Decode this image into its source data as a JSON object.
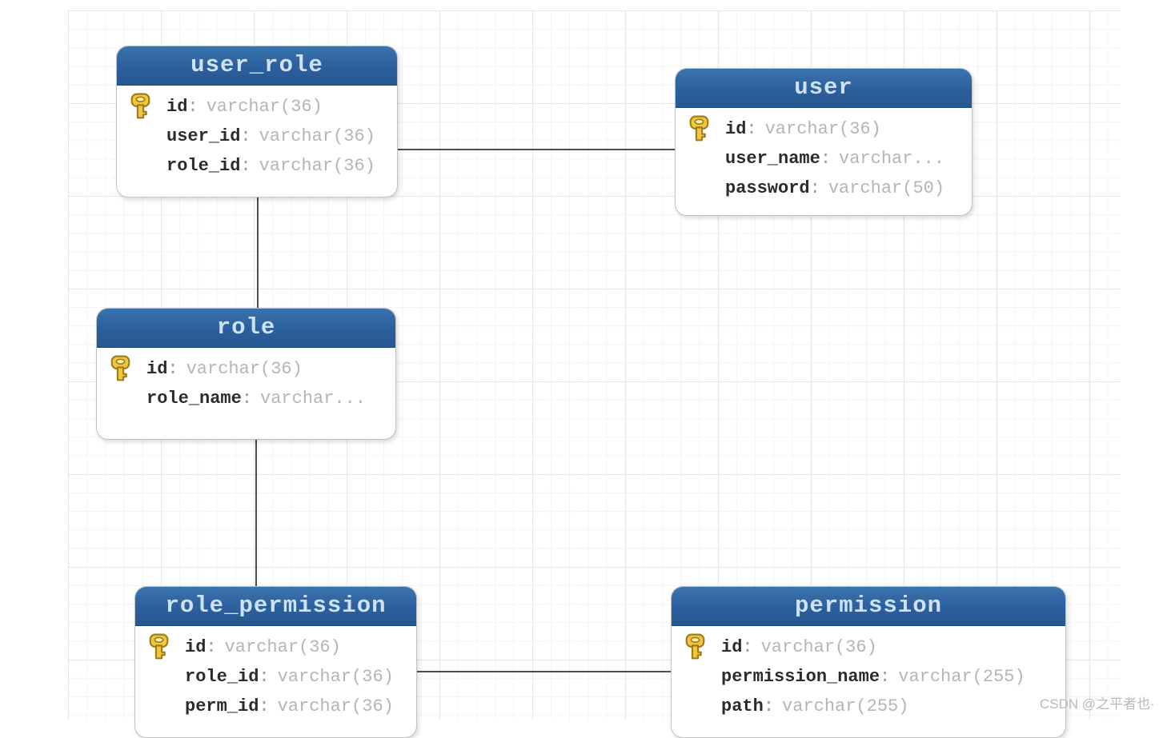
{
  "diagram": {
    "separator": ":",
    "tables": [
      {
        "title": "user_role",
        "fields": [
          {
            "name": "id",
            "type": "varchar(36)",
            "pk": true
          },
          {
            "name": "user_id",
            "type": "varchar(36)",
            "pk": false
          },
          {
            "name": "role_id",
            "type": "varchar(36)",
            "pk": false
          }
        ]
      },
      {
        "title": "user",
        "fields": [
          {
            "name": "id",
            "type": "varchar(36)",
            "pk": true
          },
          {
            "name": "user_name",
            "type": "varchar...",
            "pk": false
          },
          {
            "name": "password",
            "type": "varchar(50)",
            "pk": false
          }
        ]
      },
      {
        "title": "role",
        "fields": [
          {
            "name": "id",
            "type": "varchar(36)",
            "pk": true
          },
          {
            "name": "role_name",
            "type": "varchar...",
            "pk": false
          }
        ]
      },
      {
        "title": "role_permission",
        "fields": [
          {
            "name": "id",
            "type": "varchar(36)",
            "pk": true
          },
          {
            "name": "role_id",
            "type": "varchar(36)",
            "pk": false
          },
          {
            "name": "perm_id",
            "type": "varchar(36)",
            "pk": false
          }
        ]
      },
      {
        "title": "permission",
        "fields": [
          {
            "name": "id",
            "type": "varchar(36)",
            "pk": true
          },
          {
            "name": "permission_name",
            "type": "varchar(255)",
            "pk": false
          },
          {
            "name": "path",
            "type": "varchar(255)",
            "pk": false
          }
        ]
      }
    ],
    "relations": [
      {
        "from": "user_role",
        "to": "user"
      },
      {
        "from": "user_role",
        "to": "role"
      },
      {
        "from": "role",
        "to": "role_permission"
      },
      {
        "from": "role_permission",
        "to": "permission"
      }
    ],
    "colors": {
      "header_blue": "#2b5f9e",
      "header_text": "#cfe2f4",
      "field_name": "#2b2b2b",
      "field_type": "#b5b5b5",
      "key_gold": "#f0c63f",
      "connector": "#4d4d4d"
    }
  },
  "watermark": {
    "text": "CSDN @之平者也·"
  }
}
